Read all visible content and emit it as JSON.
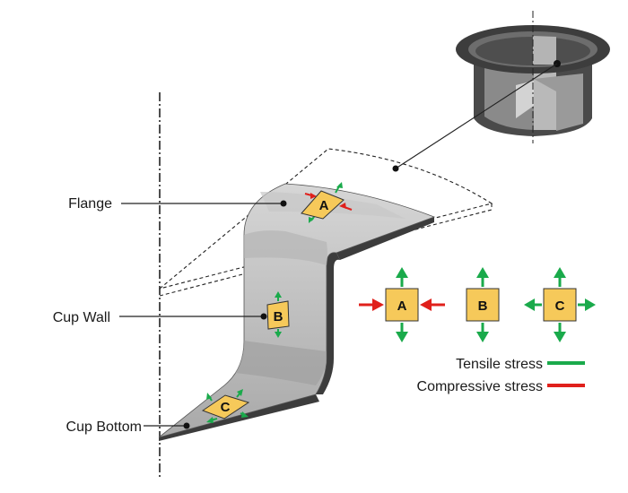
{
  "labels": {
    "flange": "Flange",
    "cup_wall": "Cup Wall",
    "cup_bottom": "Cup Bottom"
  },
  "elements": {
    "a": "A",
    "b": "B",
    "c": "C"
  },
  "legend": {
    "tensile": "Tensile stress",
    "compressive": "Compressive stress"
  },
  "colors": {
    "tensile": "#1aaa4b",
    "compressive": "#e0201b",
    "element_fill": "#f6c95a",
    "sheet_light": "#bdbdbd",
    "sheet_dark": "#3c3c3c"
  }
}
